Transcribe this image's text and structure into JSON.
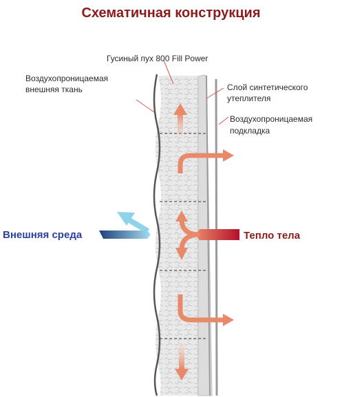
{
  "title": "Схематичная конструкция",
  "labels": {
    "down": "Гусиный пух 800 Fill Power",
    "outer_fabric_1": "Воздухопроницаемая",
    "outer_fabric_2": "внешняя ткань",
    "synthetic_1": "Слой синтетического",
    "synthetic_2": "утеплителя",
    "lining_1": "Воздухопроницаемая",
    "lining_2": "подкладка",
    "outside": "Внешняя среда",
    "body_heat": "Тепло тела"
  },
  "colors": {
    "title": "#8b1a1a",
    "outside_text": "#2b3f9e",
    "heat_text": "#8b1a1a",
    "heat_arrow": "#e8896a",
    "cool_arrow": "#8fd3ea",
    "pointer": "#d9534f"
  }
}
